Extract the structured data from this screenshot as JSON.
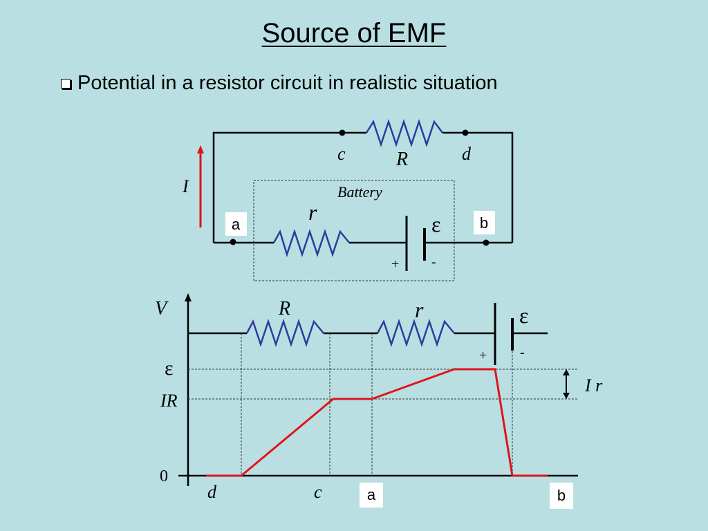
{
  "slide": {
    "title": "Source of EMF",
    "bullet": "Potential in a resistor circuit in realistic situation"
  },
  "circuit": {
    "node_c": "c",
    "node_d": "d",
    "resistor_R": "R",
    "current": "I",
    "battery": "Battery",
    "internal_r": "r",
    "emf": "ε",
    "node_a": "a",
    "node_b": "b",
    "plus": "+",
    "minus": "-"
  },
  "plot": {
    "y_axis": "V",
    "resistor_R": "R",
    "internal_r": "r",
    "emf_symbol": "ε",
    "plus": "+",
    "minus": "-",
    "y_tick_emf": "ε",
    "y_tick_IR": "IR",
    "y_tick_zero": "0",
    "drop_label": "I r",
    "x_d": "d",
    "x_c": "c",
    "x_a": "a",
    "x_b": "b"
  },
  "colors": {
    "background": "#b9dfe2",
    "resistor": "#2e3a9e",
    "potential_line": "#e0141a",
    "current_arrow": "#e0141a"
  }
}
